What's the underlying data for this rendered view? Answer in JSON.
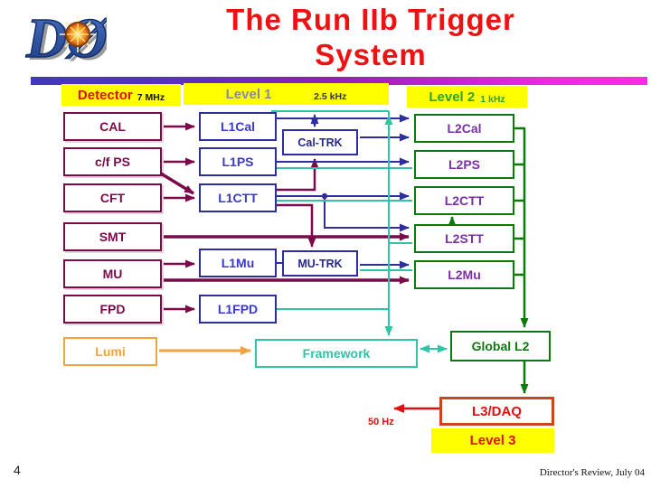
{
  "slide": {
    "title_line1": "The Run IIb Trigger",
    "title_line2": "System",
    "page_number": "4",
    "footer": "Director's Review, July 04"
  },
  "logo": {
    "text": "DØ"
  },
  "headers": {
    "detector": {
      "label": "Detector",
      "rate": "7 MHz"
    },
    "level1": {
      "label": "Level 1",
      "rate": "2.5 kHz"
    },
    "level2": {
      "label": "Level 2",
      "rate": "1 kHz"
    },
    "level3": {
      "label": "Level 3"
    }
  },
  "detector_column": [
    "CAL",
    "c/f PS",
    "CFT",
    "SMT",
    "MU",
    "FPD"
  ],
  "lumi_label": "Lumi",
  "l1_column": [
    "L1Cal",
    "L1PS",
    "L1CTT",
    "L1Mu",
    "L1FPD"
  ],
  "trk_boxes": [
    "Cal-TRK",
    "MU-TRK"
  ],
  "l2_column": [
    "L2Cal",
    "L2PS",
    "L2CTT",
    "L2STT",
    "L2Mu"
  ],
  "framework_label": "Framework",
  "global_l2_label": "Global L2",
  "l3_daq_label": "L3/DAQ",
  "output_rate": "50 Hz",
  "colors": {
    "title_red": "#ee1111",
    "detector_maroon": "#7b0a4b",
    "l1_navy": "#2e2e9e",
    "l1_text_blue": "#3a3acf",
    "l2_green": "#0b7a0b",
    "l2_text_purple": "#7a2fa8",
    "framework_teal": "#2fc4a7",
    "lumi_orange": "#f0a43c",
    "l3_red": "#e01010",
    "header_yellow": "#ffff00"
  }
}
